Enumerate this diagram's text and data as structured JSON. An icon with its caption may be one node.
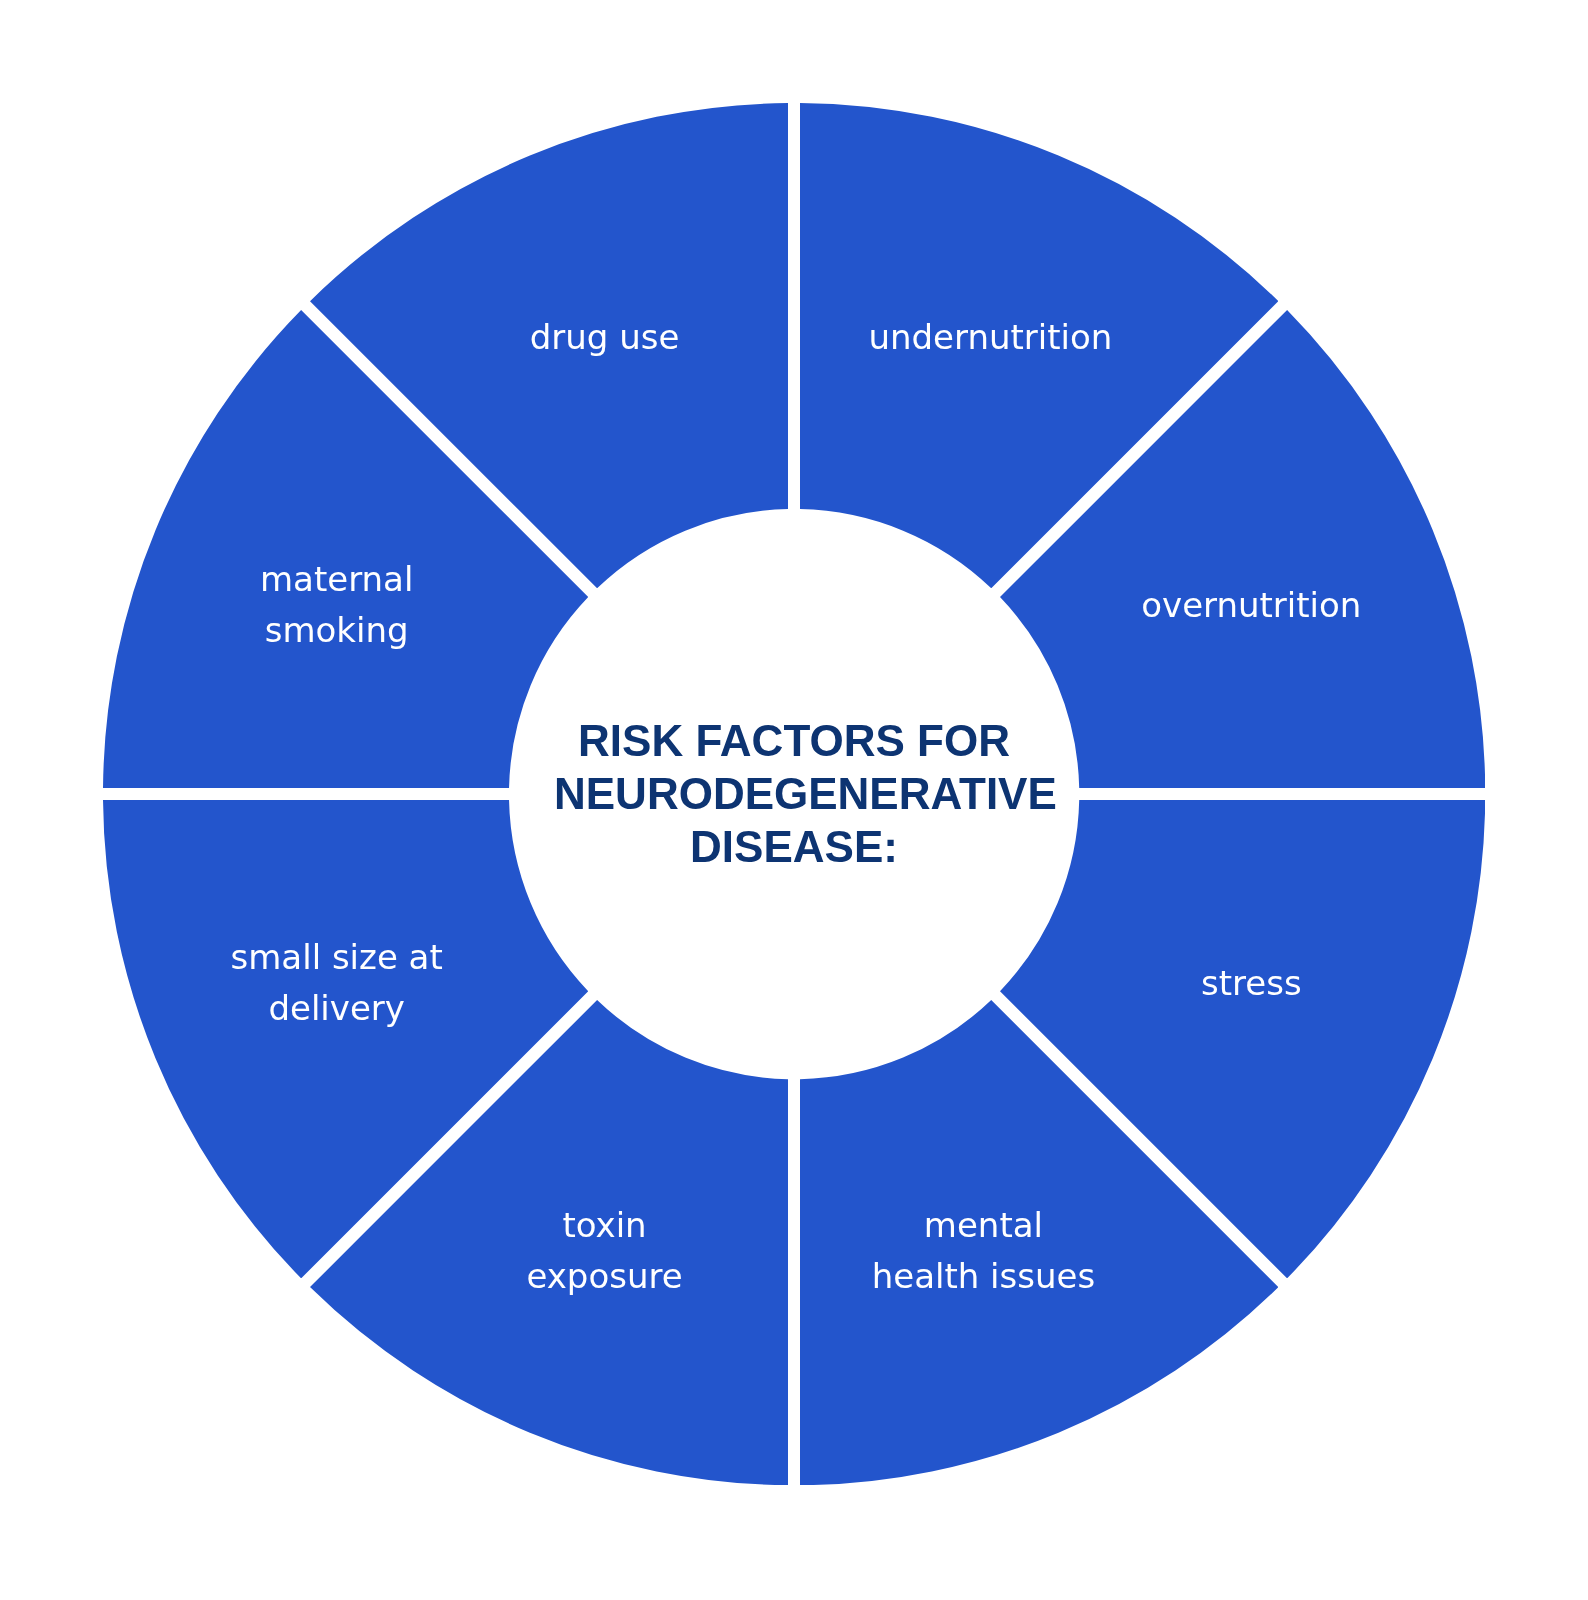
{
  "diagram": {
    "nodes": [
      {
        "text": [
          "RISK FACTORS FOR NEURODEGENERATIVE DISEASE:"
        ]
      },
      {
        "text": [
          "drug use"
        ]
      },
      {
        "text": [
          "undernutrition"
        ]
      },
      {
        "text": [
          "overnutrition"
        ]
      },
      {
        "text": [
          "stress"
        ]
      },
      {
        "text": [
          "mental health issues"
        ]
      },
      {
        "text": [
          "toxin exposure"
        ]
      },
      {
        "text": [
          "small size at delivery"
        ]
      },
      {
        "text": [
          "maternal smoking"
        ]
      }
    ]
  }
}
